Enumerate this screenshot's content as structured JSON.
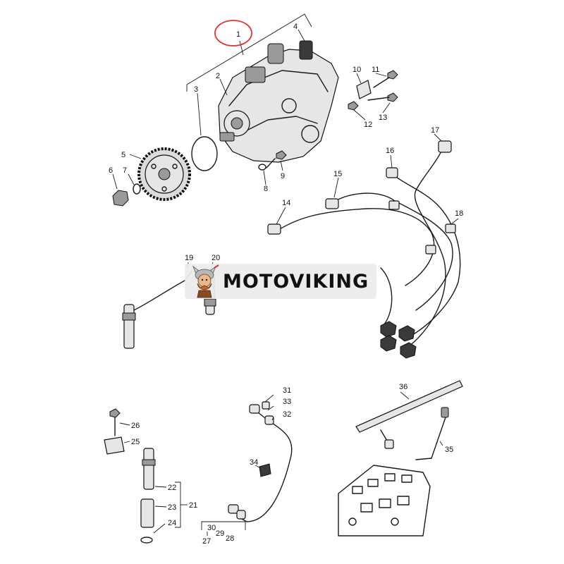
{
  "callouts": {
    "c1": "1",
    "c2": "2",
    "c3": "3",
    "c4": "4",
    "c5": "5",
    "c6": "6",
    "c7": "7",
    "c8": "8",
    "c9": "9",
    "c10": "10",
    "c11": "11",
    "c12": "12",
    "c13": "13",
    "c14": "14",
    "c15": "15",
    "c16": "16",
    "c17": "17",
    "c18": "18",
    "c19": "19",
    "c20": "20",
    "c21": "21",
    "c22": "22",
    "c23": "23",
    "c24": "24",
    "c25": "25",
    "c26": "26",
    "c27": "27",
    "c28": "28",
    "c29": "29",
    "c30": "30",
    "c31": "31",
    "c32": "32",
    "c33": "33",
    "c34": "34",
    "c35": "35",
    "c36": "36"
  },
  "watermark": {
    "text": "MOTOVIKING"
  },
  "highlight": {
    "color": "#e0312b",
    "target": "1"
  }
}
